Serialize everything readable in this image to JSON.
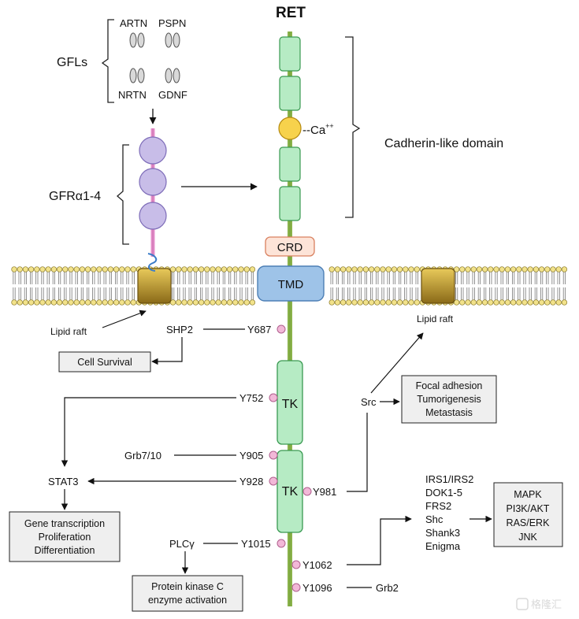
{
  "title": "RET",
  "gfls": {
    "label": "GFLs",
    "ligands": [
      "ARTN",
      "PSPN",
      "NRTN",
      "GDNF"
    ]
  },
  "gfr_label": "GFRα1-4",
  "calcium_label": "--Ca",
  "calcium_superscript": "++",
  "cadherin_label": "Cadherin-like domain",
  "crd_label": "CRD",
  "tmd_label": "TMD",
  "tk_label": "TK",
  "lipid_raft_left": "Lipid raft",
  "lipid_raft_right": "Lipid raft",
  "sites": {
    "y687": "Y687",
    "y752": "Y752",
    "y905": "Y905",
    "y928": "Y928",
    "y981": "Y981",
    "y1015": "Y1015",
    "y1062": "Y1062",
    "y1096": "Y1096"
  },
  "effectors": {
    "shp2": "SHP2",
    "grb7": "Grb7/10",
    "stat3": "STAT3",
    "plcg": "PLCγ",
    "src": "Src",
    "grb2": "Grb2"
  },
  "boxes": {
    "cell_survival": "Cell Survival",
    "gene": [
      "Gene transcription",
      "Proliferation",
      "Differentiation"
    ],
    "pkc": [
      "Protein kinase C",
      "enzyme activation"
    ],
    "focal": [
      "Focal adhesion",
      "Tumorigenesis",
      "Metastasis"
    ],
    "mapk": [
      "MAPK",
      "PI3K/AKT",
      "RAS/ERK",
      "JNK"
    ]
  },
  "adaptors": [
    "IRS1/IRS2",
    "DOK1-5",
    "FRS2",
    "Shc",
    "Shank3",
    "Enigma"
  ],
  "colors": {
    "green_fill": "#b6ebc4",
    "green_stroke": "#3a9a52",
    "stalk": "#8ab24a",
    "purple_fill": "#c8bde8",
    "purple_stroke": "#7d6cb8",
    "pink_stalk": "#e58fcb",
    "calcium": "#f7d24c",
    "crd_fill": "#fde4d8",
    "crd_stroke": "#d9805f",
    "tmd_fill": "#9ec3e8",
    "tmd_stroke": "#4d7fb5",
    "lipid_head": "#f2e28a",
    "raft": "#c9a53a",
    "phospho": "#f2b8d8",
    "box_fill": "#efefef"
  },
  "watermark": "格隆汇"
}
